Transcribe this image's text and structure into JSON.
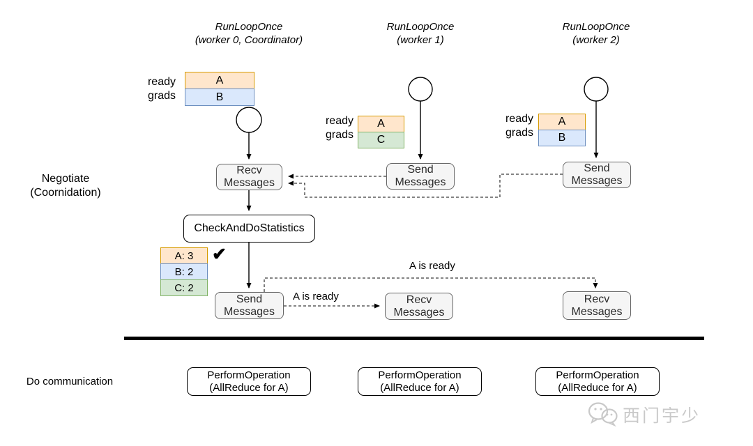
{
  "header_columns": [
    {
      "line1": "RunLoopOnce",
      "line2": "(worker 0, Coordinator)"
    },
    {
      "line1": "RunLoopOnce",
      "line2": "(worker 1)"
    },
    {
      "line1": "RunLoopOnce",
      "line2": "(worker 2)"
    }
  ],
  "side_labels": {
    "negotiate_line1": "Negotiate",
    "negotiate_line2": "(Coornidation)",
    "do_communication": "Do communication"
  },
  "ready_grads": {
    "label_line1": "ready",
    "label_line2": "grads",
    "worker0": [
      "A",
      "B"
    ],
    "worker1": [
      "A",
      "C"
    ],
    "worker2": [
      "A",
      "B"
    ]
  },
  "nodes": {
    "recv_line1": "Recv",
    "recv_line2": "Messages",
    "send_line1": "Send",
    "send_line2": "Messages",
    "check": "CheckAndDoStatistics",
    "perform_line1": "PerformOperation",
    "perform_line2": "(AllReduce for A)"
  },
  "stats_table": {
    "rows": [
      {
        "text": "A: 3",
        "color": "#ffe6cc"
      },
      {
        "text": "B: 2",
        "color": "#dae8fc"
      },
      {
        "text": "C: 2",
        "color": "#d5e8d4"
      }
    ],
    "checkmark": "✔"
  },
  "edge_labels": {
    "upper": "A is ready",
    "lower": "A is ready"
  },
  "watermark": "西门宇少",
  "colors": {
    "orange_fill": "#ffe6cc",
    "orange_border": "#d79b00",
    "blue_fill": "#dae8fc",
    "blue_border": "#6c8ebf",
    "green_fill": "#d5e8d4",
    "green_border": "#82b366",
    "gray_box_fill": "#f5f5f5",
    "gray_box_border": "#666666",
    "line_color": "#000000"
  }
}
